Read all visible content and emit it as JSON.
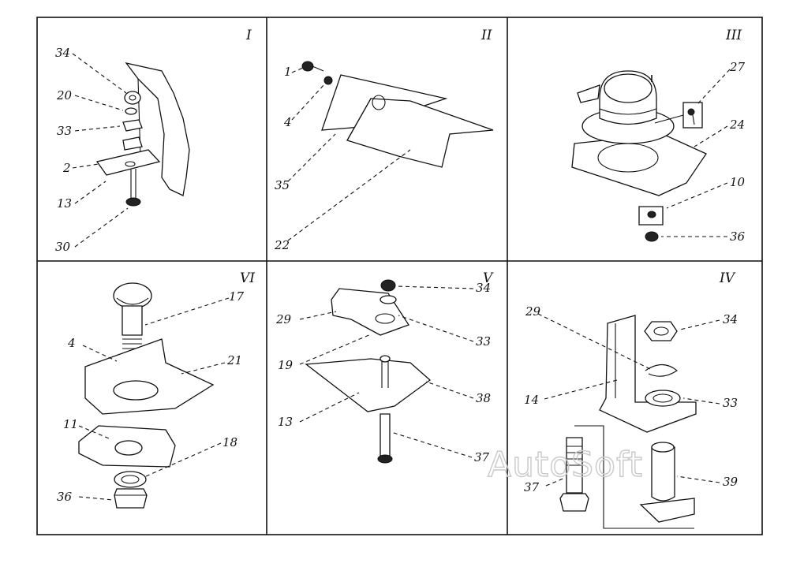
{
  "watermark": "AutoSoft",
  "panels": [
    {
      "id": "I",
      "numeral": "I",
      "callouts": [
        "34",
        "20",
        "33",
        "2",
        "13",
        "30"
      ]
    },
    {
      "id": "II",
      "numeral": "II",
      "callouts": [
        "1",
        "4",
        "35",
        "22"
      ]
    },
    {
      "id": "III",
      "numeral": "III",
      "callouts": [
        "27",
        "24",
        "10",
        "36"
      ]
    },
    {
      "id": "VI",
      "numeral": "VI",
      "callouts": [
        "17",
        "4",
        "21",
        "11",
        "18",
        "36"
      ]
    },
    {
      "id": "V",
      "numeral": "V",
      "callouts": [
        "34",
        "29",
        "33",
        "19",
        "38",
        "13",
        "37"
      ]
    },
    {
      "id": "IV",
      "numeral": "IV",
      "callouts": [
        "29",
        "34",
        "14",
        "33",
        "37",
        "39"
      ]
    }
  ]
}
